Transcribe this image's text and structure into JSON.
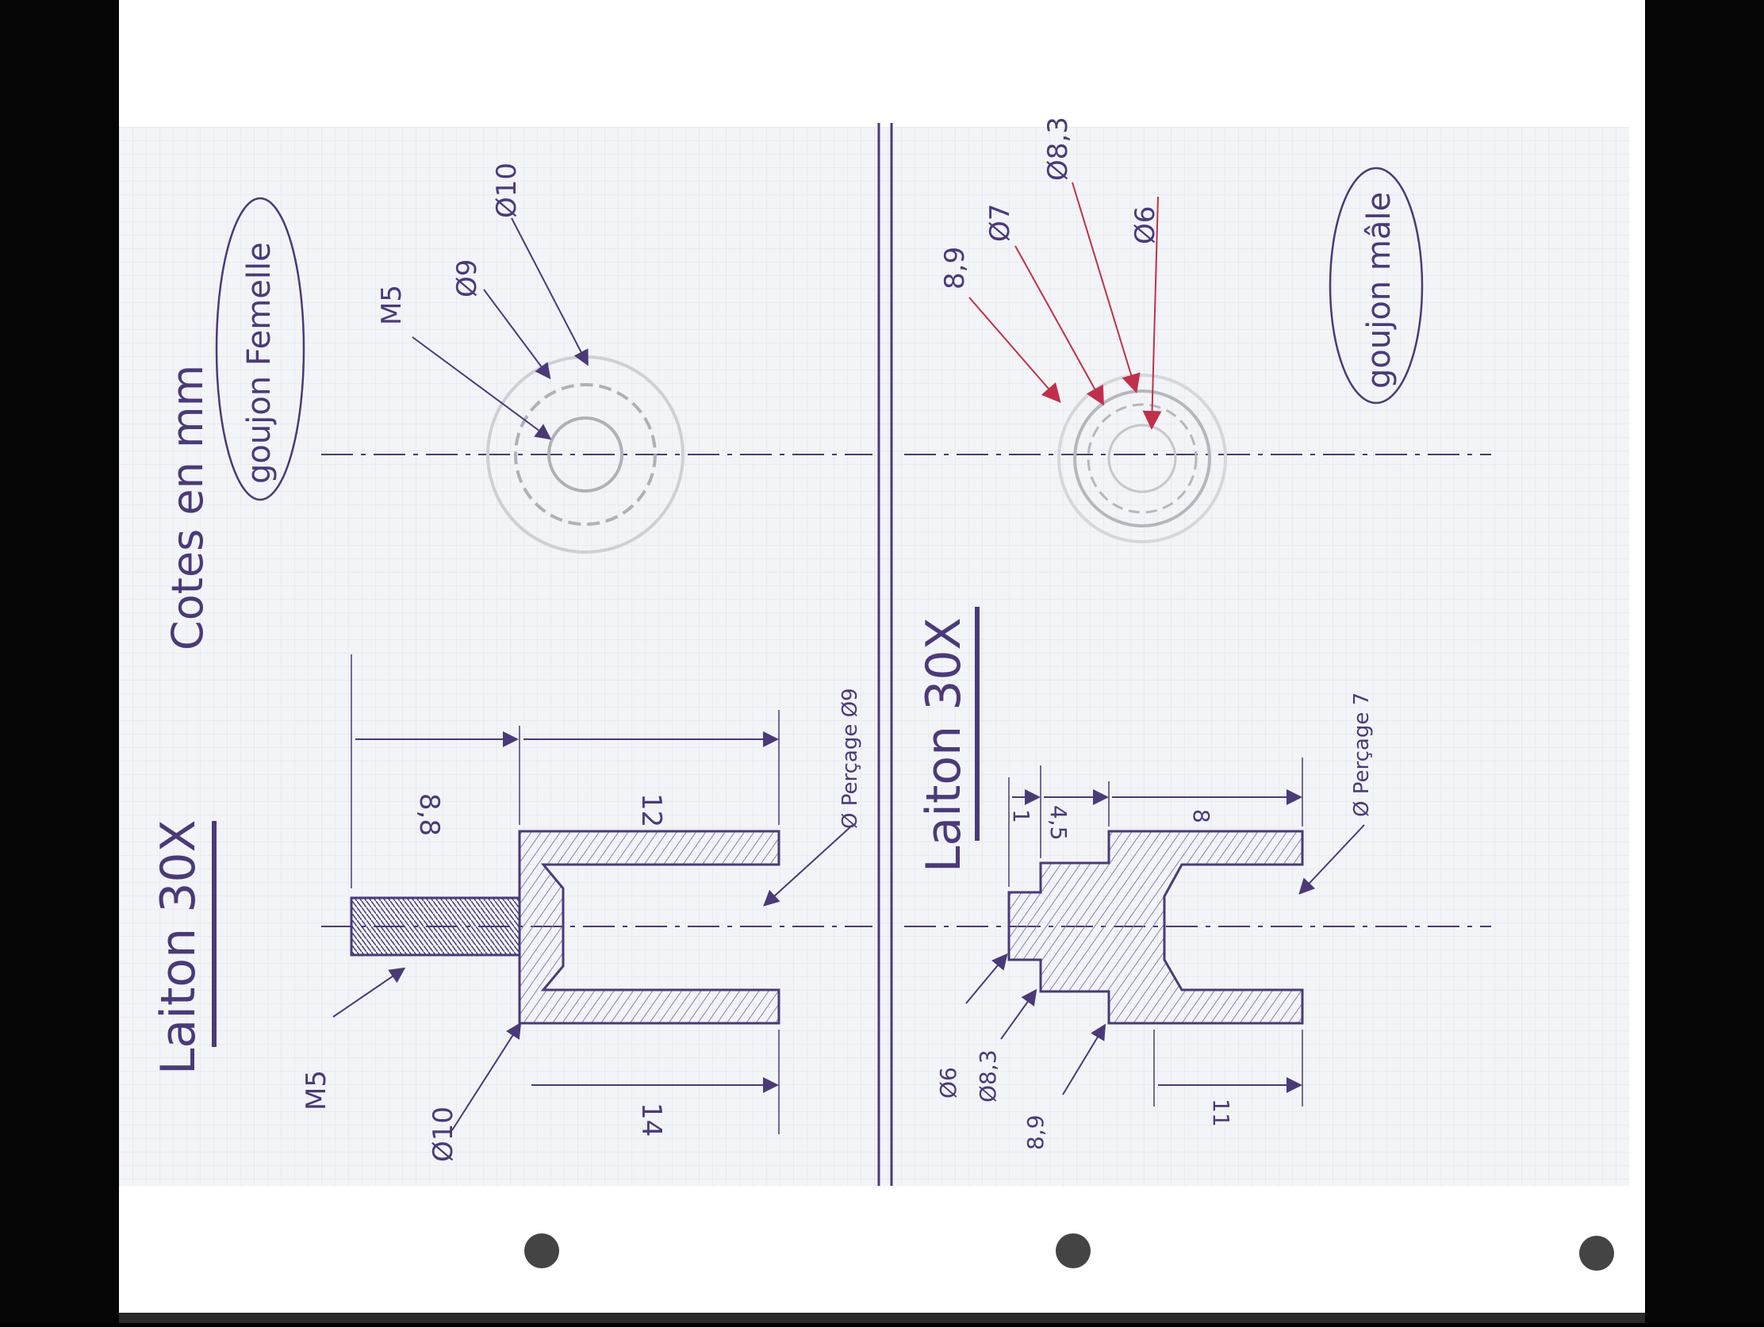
{
  "document": {
    "title": "Cotes en mm",
    "left_part": {
      "name": "goujon Femelle",
      "material": "Laiton 30X",
      "thread": "M5",
      "end_view_labels": [
        "M5",
        "Ø9",
        "Ø10"
      ],
      "dim_stud_length": "8,8",
      "dim_bore_depth": "12",
      "dim_body_length": "14",
      "dim_body_diameter": "Ø10",
      "drilling_note": "Ø Perçage Ø9"
    },
    "right_part": {
      "name": "goujon mâle",
      "material": "Laiton 30X",
      "end_view_labels": [
        "8,9",
        "Ø7",
        "Ø8,3",
        "Ø6"
      ],
      "dim_step1": "1",
      "dim_step2": "4,5",
      "dim_bore_depth": "8",
      "dim_body_length": "11",
      "dim_pin_diameter": "Ø6",
      "dim_mid_diameter": "Ø8,3",
      "dim_body_diameter": "8,9",
      "drilling_note": "Ø Perçage 7"
    },
    "ink_colors": {
      "pen": "#4a3a78",
      "red": "#c0304a",
      "grid": "#dadde8"
    }
  }
}
